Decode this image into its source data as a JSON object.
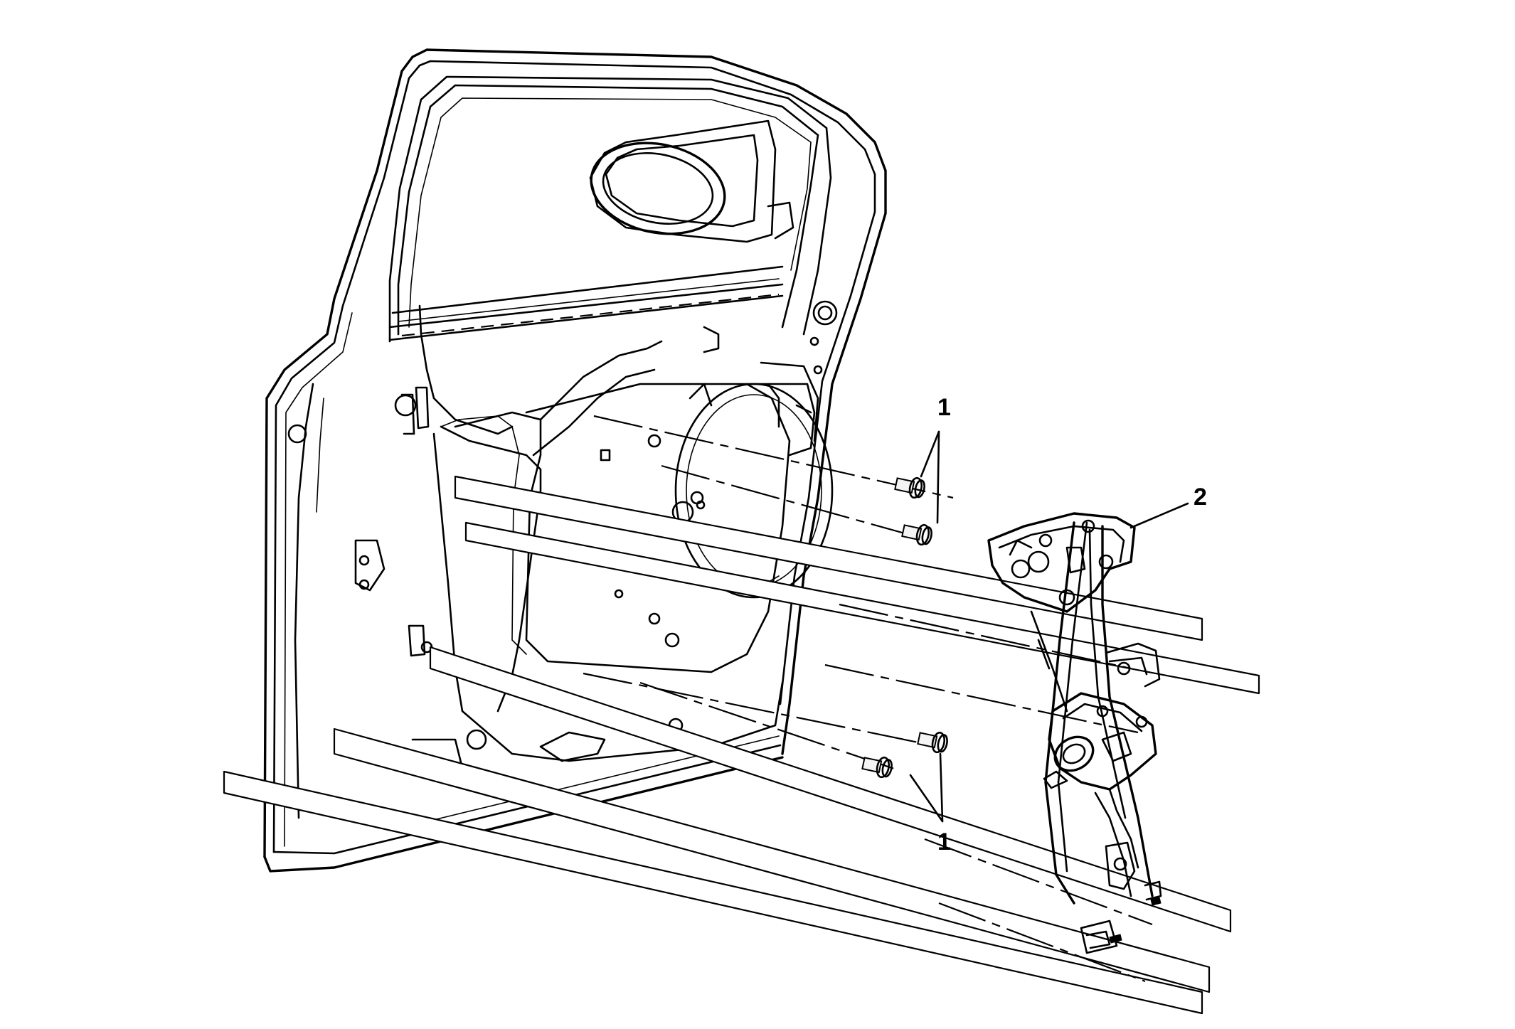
{
  "diagram": {
    "callouts": [
      {
        "id": "upper-fastener-callout",
        "text": "1"
      },
      {
        "id": "regulator-callout",
        "text": "2"
      },
      {
        "id": "lower-fastener-callout",
        "text": "1"
      }
    ],
    "colors": {
      "ink": "#000000",
      "paper": "#ffffff"
    }
  }
}
